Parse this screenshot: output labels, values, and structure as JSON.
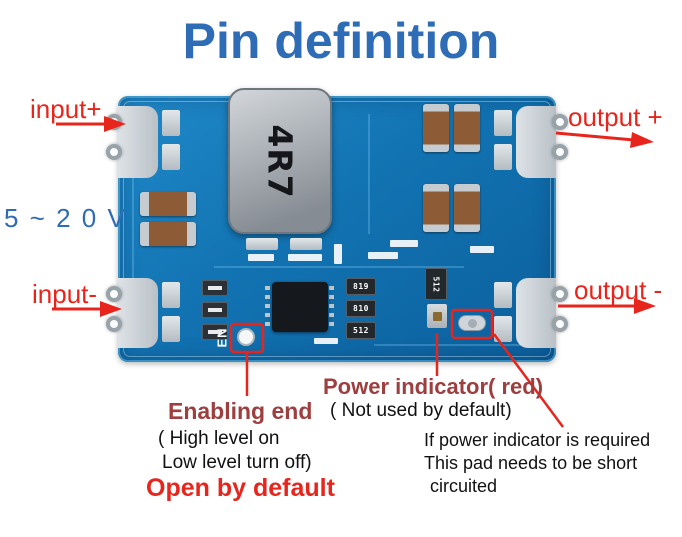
{
  "title": "Pin definition",
  "pin_labels": {
    "input_plus": "input+",
    "voltage_range": "5 ~ 2 0 V",
    "input_minus": "input-",
    "output_plus": "output +",
    "output_minus": "output -"
  },
  "annotations": {
    "enabling_title": "Enabling end",
    "enabling_line1": "( High level on",
    "enabling_line2": "Low level turn off)",
    "enabling_line3": "Open by default",
    "power_title": "Power indicator( red)",
    "power_subtitle": "( Not used by default)",
    "power_note1": "If power indicator is required",
    "power_note2": "This pad needs to be short",
    "power_note3": "circuited"
  },
  "board": {
    "inductor_label": "4R7",
    "enable_label": "EN",
    "component_labels": [
      "819",
      "810",
      "512",
      "512"
    ]
  },
  "colors": {
    "title_blue": "#2e6cb5",
    "label_red": "#e8251c",
    "annotation_dark_red": "#9e3e3e",
    "pcb_blue": "#1273b2",
    "text_black": "#111111"
  }
}
